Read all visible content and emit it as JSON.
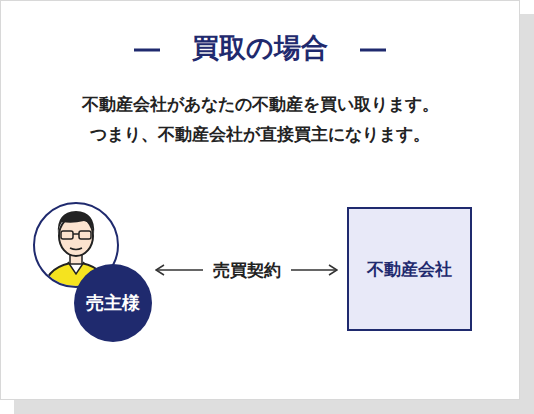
{
  "diagram": {
    "title": "買取の場合",
    "nodes": [
      {
        "text": [
          "売主様"
        ]
      },
      {
        "text": [
          "不動産会社"
        ]
      }
    ],
    "edges": [
      {
        "from": 0,
        "to": 1,
        "label": "売買契約",
        "arrow": "both"
      }
    ],
    "labels": [
      "不動産会社があなたの不動産を買い取ります。",
      "つまり、不動産会社が直接買主になります。"
    ]
  }
}
